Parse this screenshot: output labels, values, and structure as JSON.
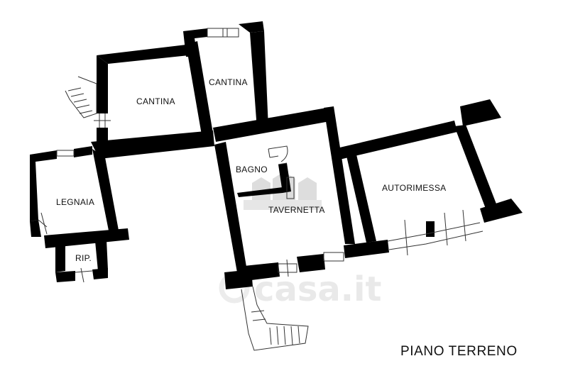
{
  "plan": {
    "title": "PIANO TERRENO",
    "rooms": {
      "cantina_left": "CANTINA",
      "cantina_right": "CANTINA",
      "legnaia": "LEGNAIA",
      "rip": "RIP.",
      "bagno": "BAGNO",
      "tavernetta": "TAVERNETTA",
      "autorimessa": "AUTORIMESSA"
    },
    "colors": {
      "wall": "#000000",
      "line": "#333333",
      "watermark": "#e9e9e9"
    }
  },
  "watermark": {
    "brand": "casa.it"
  }
}
